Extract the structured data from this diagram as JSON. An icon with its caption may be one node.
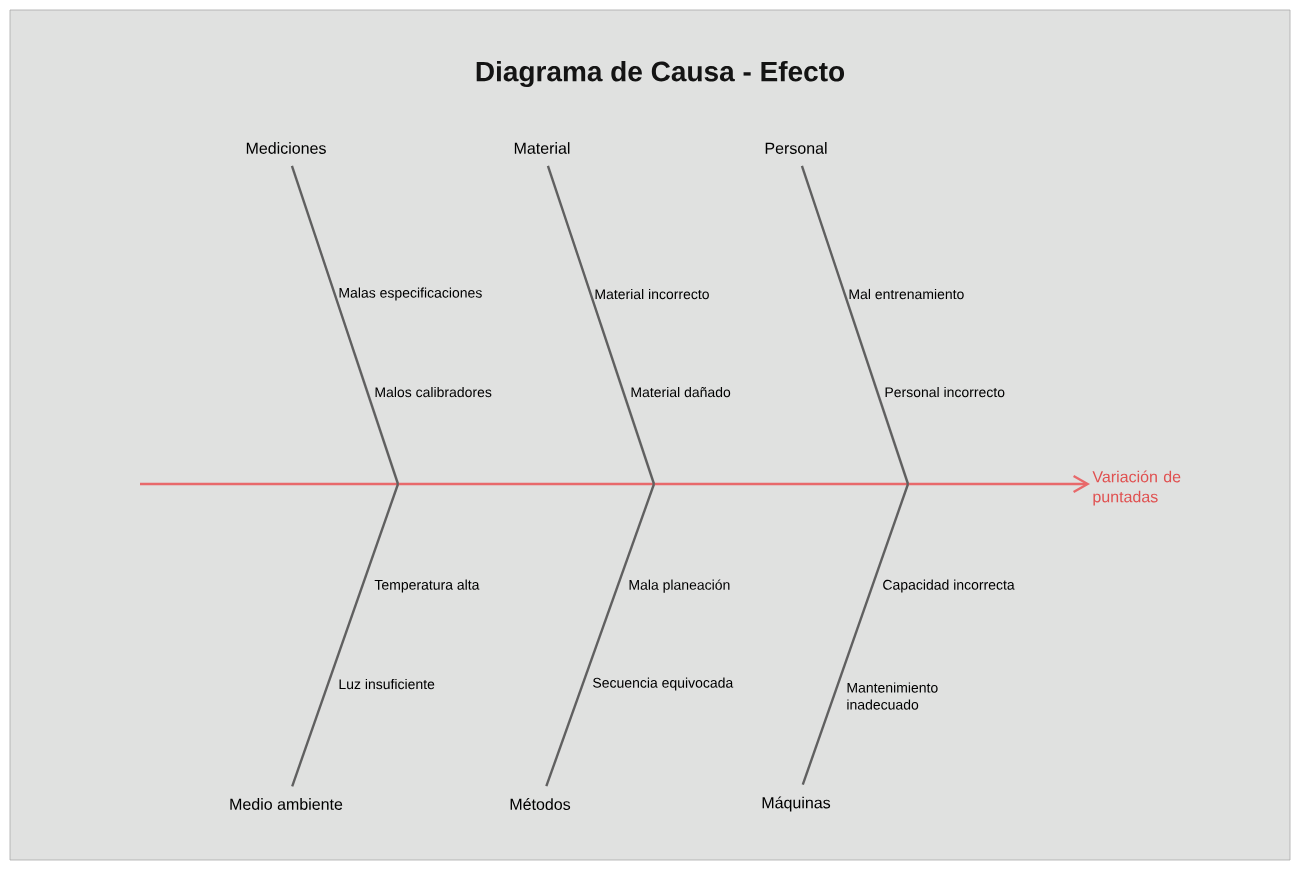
{
  "diagram": {
    "title": "Diagrama de Causa - Efecto",
    "nodes": [
      {
        "text": [
          "Mediciones"
        ]
      },
      {
        "text": [
          "Material"
        ]
      },
      {
        "text": [
          "Personal"
        ]
      },
      {
        "text": [
          "Variación de puntadas"
        ]
      },
      {
        "text": [
          "Medio ambiente"
        ]
      },
      {
        "text": [
          "Métodos"
        ]
      },
      {
        "text": [
          "Máquinas"
        ]
      }
    ],
    "edges": [
      {
        "from": null,
        "to": 3,
        "arrow": "to",
        "color": "#e8696b"
      },
      {
        "from": 0,
        "to": null,
        "arrow": "none"
      },
      {
        "from": 1,
        "to": null,
        "arrow": "none"
      },
      {
        "from": 2,
        "to": null,
        "arrow": "none"
      },
      {
        "from": 4,
        "to": null,
        "arrow": "none"
      },
      {
        "from": 5,
        "to": null,
        "arrow": "none"
      },
      {
        "from": 6,
        "to": null,
        "arrow": "none"
      }
    ],
    "labels": [
      "Malas especificaciones",
      "Material incorrecto",
      "Mal entrenamiento",
      "Malos calibradores",
      "Material dañado",
      "Personal incorrecto",
      "Temperatura alta",
      "Mala planeación",
      "Capacidad incorrecta",
      "Luz insuficiente",
      "Secuencia equivocada",
      "Mantenimiento inadecuado"
    ]
  }
}
